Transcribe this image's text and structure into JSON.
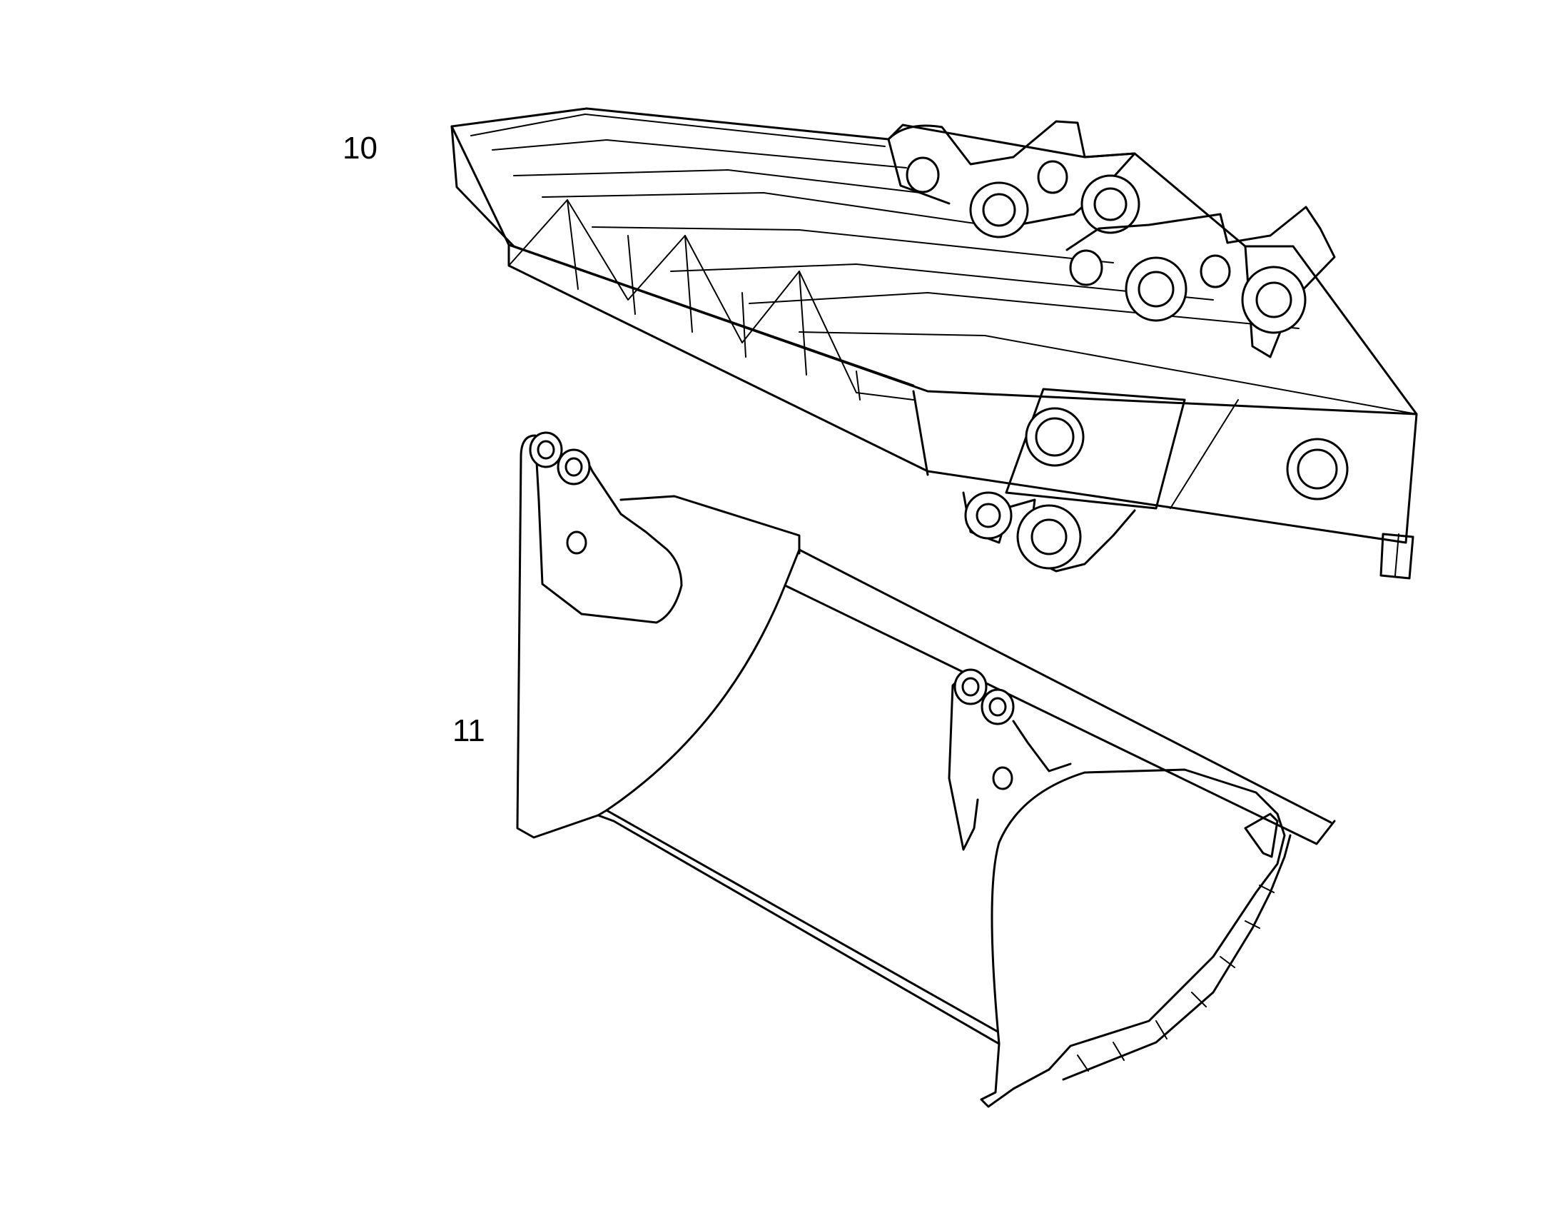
{
  "callouts": [
    {
      "label": "10",
      "part": "lift-arm-frame"
    },
    {
      "label": "11",
      "part": "bucket"
    }
  ],
  "colors": {
    "line": "#000000",
    "background": "#ffffff"
  }
}
